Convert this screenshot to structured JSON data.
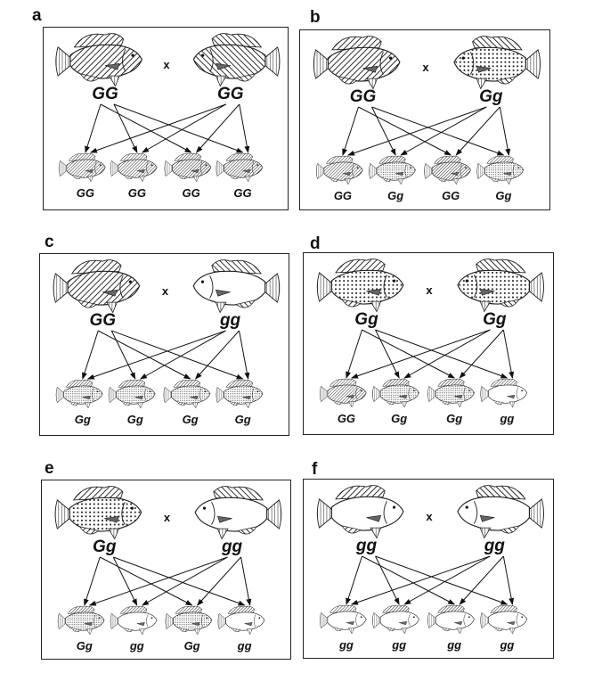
{
  "figure": {
    "description": "Inheritance of body color (G = dominant, g = recessive) across six crosses",
    "cross_symbol": "x",
    "panels": [
      {
        "label": "a",
        "parents": [
          "GG",
          "GG"
        ],
        "parent_patterns": [
          "hatch",
          "hatch"
        ],
        "offspring": [
          "GG",
          "GG",
          "GG",
          "GG"
        ],
        "offspring_patterns": [
          "hatch",
          "hatch",
          "hatch",
          "hatch"
        ]
      },
      {
        "label": "b",
        "parents": [
          "GG",
          "Gg"
        ],
        "parent_patterns": [
          "hatch",
          "dots"
        ],
        "offspring": [
          "GG",
          "Gg",
          "GG",
          "Gg"
        ],
        "offspring_patterns": [
          "hatch",
          "dots",
          "hatch",
          "dots"
        ]
      },
      {
        "label": "c",
        "parents": [
          "GG",
          "gg"
        ],
        "parent_patterns": [
          "hatch",
          "plain"
        ],
        "offspring": [
          "Gg",
          "Gg",
          "Gg",
          "Gg"
        ],
        "offspring_patterns": [
          "dots",
          "dots",
          "dots",
          "dots"
        ]
      },
      {
        "label": "d",
        "parents": [
          "Gg",
          "Gg"
        ],
        "parent_patterns": [
          "dots",
          "dots"
        ],
        "offspring": [
          "GG",
          "Gg",
          "Gg",
          "gg"
        ],
        "offspring_patterns": [
          "hatch",
          "dots",
          "dots",
          "plain"
        ]
      },
      {
        "label": "e",
        "parents": [
          "Gg",
          "gg"
        ],
        "parent_patterns": [
          "dots",
          "plain"
        ],
        "offspring": [
          "Gg",
          "gg",
          "Gg",
          "gg"
        ],
        "offspring_patterns": [
          "dots",
          "plain",
          "dots",
          "plain"
        ]
      },
      {
        "label": "f",
        "parents": [
          "gg",
          "gg"
        ],
        "parent_patterns": [
          "plain",
          "plain"
        ],
        "offspring": [
          "gg",
          "gg",
          "gg",
          "gg"
        ],
        "offspring_patterns": [
          "plain",
          "plain",
          "plain",
          "plain"
        ]
      }
    ]
  }
}
